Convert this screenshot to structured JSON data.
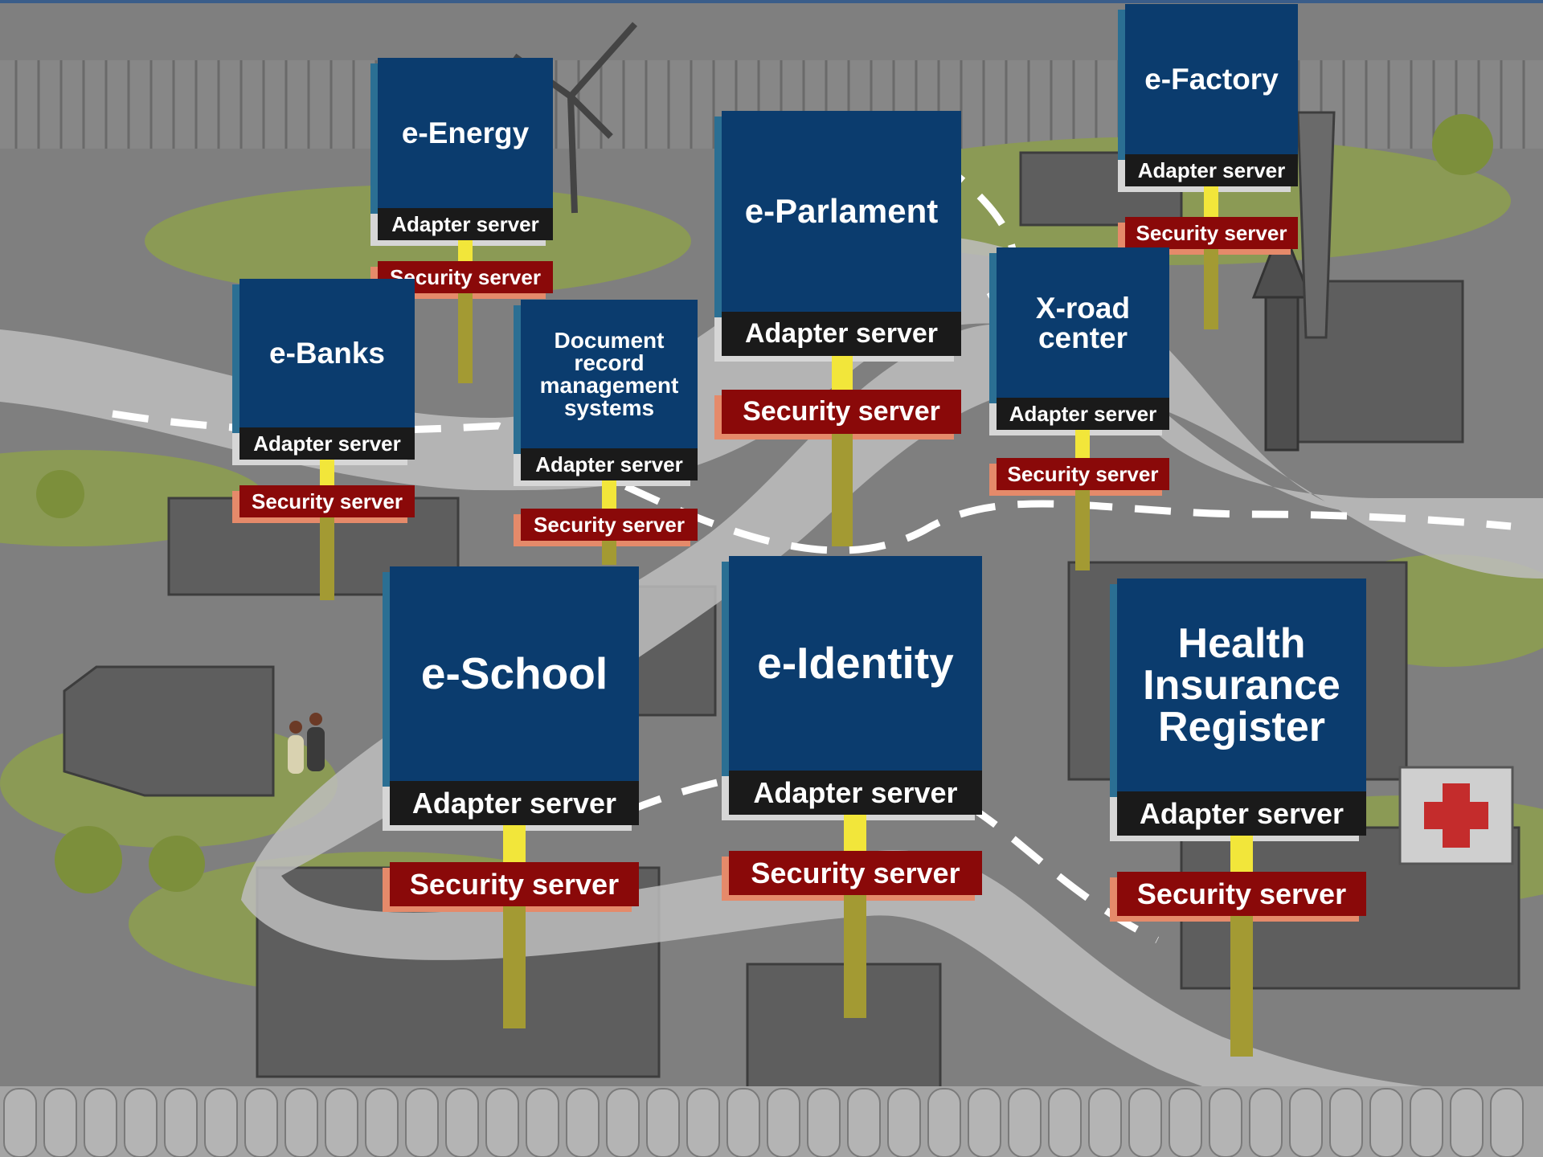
{
  "signs": {
    "energy": {
      "name": "e-Energy",
      "adapter": "Adapter server",
      "security": "Security server"
    },
    "factory": {
      "name": "e-Factory",
      "adapter": "Adapter server",
      "security": "Security server"
    },
    "parlament": {
      "name": "e-Parlament",
      "adapter": "Adapter server",
      "security": "Security server"
    },
    "banks": {
      "name": "e-Banks",
      "adapter": "Adapter server",
      "security": "Security server"
    },
    "document": {
      "name_lines": [
        "Document",
        "record",
        "management",
        "systems"
      ],
      "adapter": "Adapter server",
      "security": "Security server"
    },
    "xroad": {
      "name_lines": [
        "X-road",
        "center"
      ],
      "adapter": "Adapter server",
      "security": "Security server"
    },
    "school": {
      "name": "e-School",
      "adapter": "Adapter server",
      "security": "Security server"
    },
    "identity": {
      "name": "e-Identity",
      "adapter": "Adapter server",
      "security": "Security server"
    },
    "health": {
      "name_lines": [
        "Health",
        "Insurance",
        "Register"
      ],
      "adapter": "Adapter server",
      "security": "Security server"
    }
  },
  "colors": {
    "sign_box": "#0b3c6e",
    "adapter_band": "#1a1a1a",
    "security_band": "#8a0909",
    "connector": "#f2e63a",
    "post": "#a39a33",
    "road": "#bdbdbd",
    "grass": "#8b9a55"
  }
}
